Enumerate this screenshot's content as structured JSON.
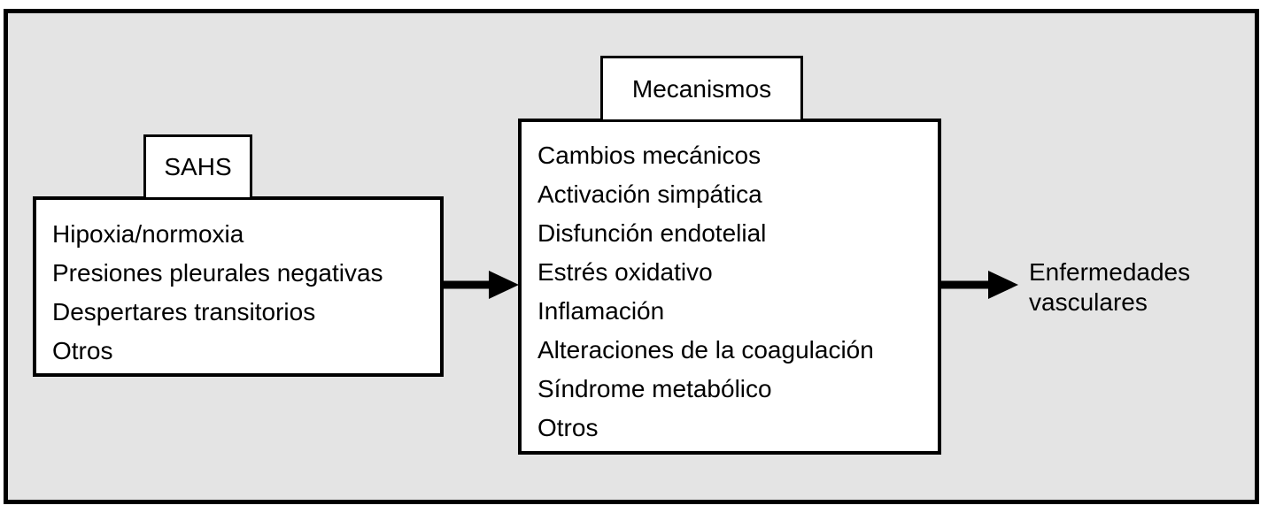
{
  "sahs": {
    "title": "SAHS",
    "items": [
      "Hipoxia/normoxia",
      "Presiones pleurales negativas",
      "Despertares transitorios",
      "Otros"
    ]
  },
  "mecanismos": {
    "title": "Mecanismos",
    "items": [
      "Cambios mecánicos",
      "Activación simpática",
      "Disfunción endotelial",
      "Estrés oxidativo",
      "Inflamación",
      "Alteraciones de la coagulación",
      "Síndrome metabólico",
      "Otros"
    ]
  },
  "outcome": {
    "line1": "Enfermedades",
    "line2": "vasculares"
  },
  "colors": {
    "panel_background": "#e4e4e4",
    "box_fill": "#ffffff",
    "line": "#000000"
  }
}
